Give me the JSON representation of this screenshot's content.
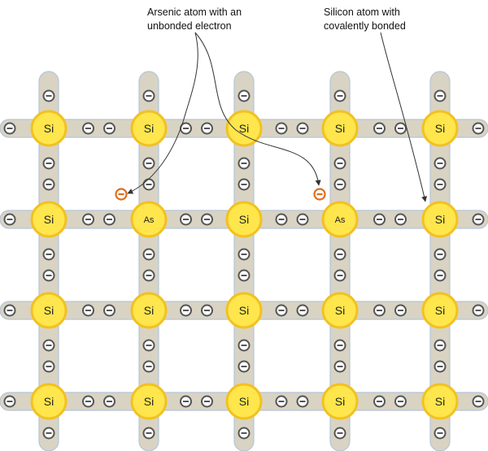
{
  "annotations": {
    "arsenic": [
      "Arsenic atom with an",
      "unbonded electron"
    ],
    "silicon": [
      "Silicon atom with",
      "covalently bonded"
    ]
  },
  "lattice": {
    "rows": [
      [
        "Si",
        "Si",
        "Si",
        "Si",
        "Si"
      ],
      [
        "Si",
        "As",
        "Si",
        "As",
        "Si"
      ],
      [
        "Si",
        "Si",
        "Si",
        "Si",
        "Si"
      ],
      [
        "Si",
        "Si",
        "Si",
        "Si",
        "Si"
      ]
    ]
  },
  "electron_symbol": "⊖",
  "colors": {
    "bond": "#d9d3c4",
    "bond_edge": "#b4c6d8",
    "atom_fill": "#ffe64d",
    "atom_ring": "#f3c11f",
    "electron": "#555555",
    "free_electron": "#e06d1a"
  }
}
